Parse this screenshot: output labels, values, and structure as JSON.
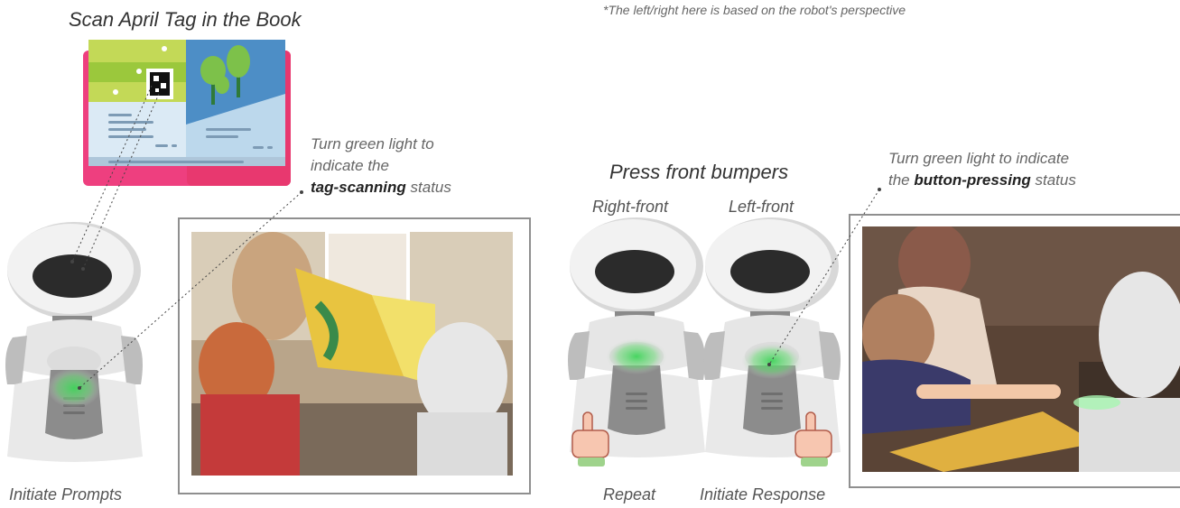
{
  "note": "*The left/right here is based on the robot's perspective",
  "scan": {
    "title": "Scan April Tag in the Book",
    "light_line1": "Turn green light to",
    "light_line2": "indicate the",
    "light_bold": "tag-scanning",
    "light_suffix": "status",
    "caption": "Initiate Prompts"
  },
  "press": {
    "title": "Press front bumpers",
    "right_label": "Right-front",
    "left_label": "Left-front",
    "light_line1": "Turn green light to indicate",
    "light_prefix": "the",
    "light_bold": "button-pressing",
    "light_suffix": "status",
    "caption_repeat": "Repeat",
    "caption_response": "Initiate Response"
  },
  "colors": {
    "led_green": "#3fd45a",
    "book_pink": "#ee3f7f",
    "book_lime": "#c3d957",
    "book_blue": "#4d8ec6",
    "frame_gray": "#8f8f8f"
  }
}
